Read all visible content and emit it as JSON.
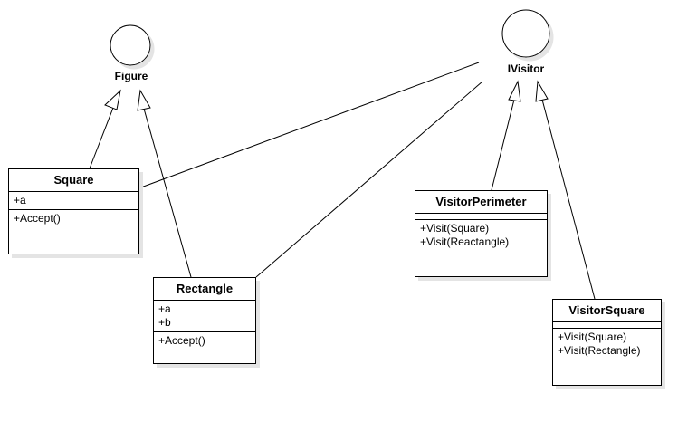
{
  "interfaces": {
    "figure": {
      "name": "Figure"
    },
    "ivisitor": {
      "name": "IVisitor"
    }
  },
  "classes": {
    "square": {
      "name": "Square",
      "attributes": [
        "+a"
      ],
      "operations": [
        "+Accept()"
      ]
    },
    "rectangle": {
      "name": "Rectangle",
      "attributes": [
        "+a",
        "+b"
      ],
      "operations": [
        "+Accept()"
      ]
    },
    "visitor_perimeter": {
      "name": "VisitorPerimeter",
      "attributes": [],
      "operations": [
        "+Visit(Square)",
        "+Visit(Reactangle)"
      ]
    },
    "visitor_square": {
      "name": "VisitorSquare",
      "attributes": [],
      "operations": [
        "+Visit(Square)",
        "+Visit(Rectangle)"
      ]
    }
  },
  "relations": [
    {
      "type": "realization",
      "from": "square",
      "to": "figure"
    },
    {
      "type": "realization",
      "from": "rectangle",
      "to": "figure"
    },
    {
      "type": "realization",
      "from": "visitor_perimeter",
      "to": "ivisitor"
    },
    {
      "type": "realization",
      "from": "visitor_square",
      "to": "ivisitor"
    },
    {
      "type": "association",
      "from": "square",
      "to": "ivisitor"
    },
    {
      "type": "association",
      "from": "rectangle",
      "to": "ivisitor"
    }
  ]
}
